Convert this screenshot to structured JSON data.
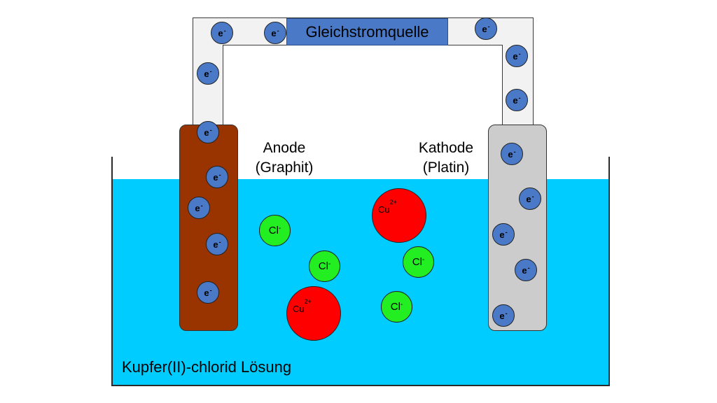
{
  "power_source": {
    "label": "Gleichstromquelle"
  },
  "anode": {
    "line1": "Anode",
    "line2": "(Graphit)"
  },
  "cathode": {
    "line1": "Kathode",
    "line2": "(Platin)"
  },
  "solution": {
    "label": "Kupfer(II)-chlorid Lösung"
  },
  "electron": {
    "symbol": "e",
    "charge": "-"
  },
  "chloride": {
    "symbol": "Cl",
    "charge": "-"
  },
  "copper": {
    "symbol": "Cu",
    "charge": "2+"
  },
  "colors": {
    "solution": "#00ccff",
    "anode": "#993300",
    "cathode": "#cccccc",
    "electron": "#4a7ac7",
    "chloride": "#22ee22",
    "copper": "#ff0000",
    "power_source": "#4a7ac7"
  }
}
